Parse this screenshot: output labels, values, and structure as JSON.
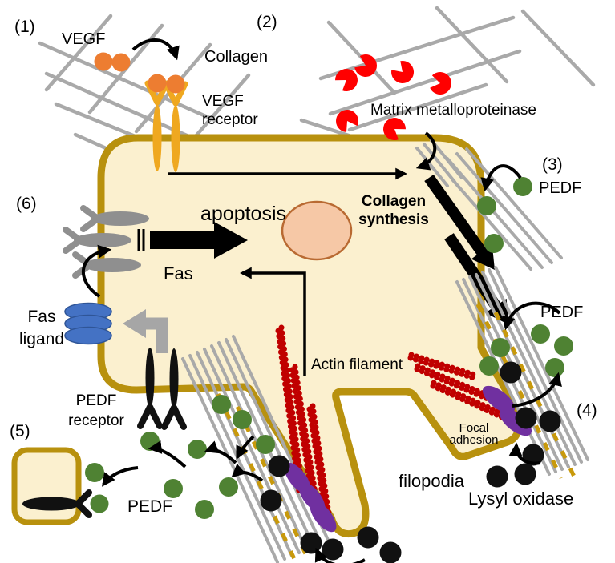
{
  "steps": {
    "s1": "(1)",
    "s2": "(2)",
    "s3": "(3)",
    "s4": "(4)",
    "s5": "(5)",
    "s6": "(6)"
  },
  "labels": {
    "vegf": "VEGF",
    "collagen": "Collagen",
    "vegf_receptor_line1": "VEGF",
    "vegf_receptor_line2": "receptor",
    "matrix_metalloproteinase": "Matrix metalloproteinase",
    "pedf_step3": "PEDF",
    "apoptosis": "apoptosis",
    "collagen_synthesis_line1": "Collagen",
    "collagen_synthesis_line2": "synthesis",
    "fas": "Fas",
    "fas_ligand_line1": "Fas",
    "fas_ligand_line2": "ligand",
    "pedf_step4": "PEDF",
    "actin_filament": "Actin filament",
    "pedf_receptor_line1": "PEDF",
    "pedf_receptor_line2": "receptor",
    "pedf_step5": "PEDF",
    "focal_adhesion_line1": "Focal",
    "focal_adhesion_line2": "adhesion",
    "filopodia": "filopodia",
    "lysyl_oxidase": "Lysyl oxidase"
  },
  "colors": {
    "membrane": "#B8910E",
    "cytoplasm": "#FBF0CF",
    "collagen_fiber": "#A9A9A9",
    "crosslink": "#C8990B",
    "vegf_ligand_orange": "#ED7D31",
    "vegf_receptor_gold": "#EFA820",
    "mmp_red": "#FF0000",
    "pedf_green": "#4F8233",
    "fas_receptor_gray": "#8F8F8F",
    "fas_ligand_blue": "#4472C4",
    "pedf_receptor_black": "#111111",
    "actin_red": "#C00000",
    "focal_adhesion_purple": "#7030A0",
    "lysyl_oxidase_black": "#111111",
    "nucleus_fill": "#F6C8A6",
    "nucleus_stroke": "#B96A32",
    "arrow_black": "#000000",
    "arrow_gray": "#A6A6A6"
  }
}
